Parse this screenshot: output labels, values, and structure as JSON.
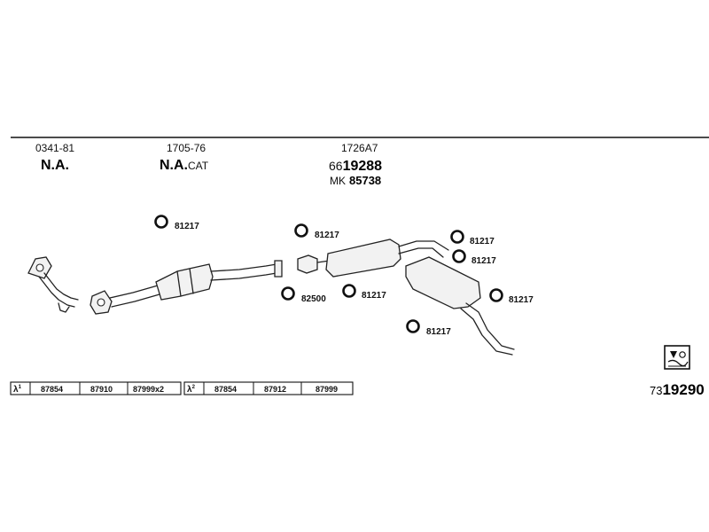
{
  "headers": [
    {
      "code": "0341-81",
      "name": "N.A.",
      "suffix": ""
    },
    {
      "code": "1705-76",
      "name": "N.A.",
      "suffix": "CAT"
    },
    {
      "code": "1726A7",
      "prefix": "66",
      "number": "19288",
      "mk_label": "MK",
      "mk_number": "85738"
    }
  ],
  "part_labels": [
    {
      "id": "ring-1",
      "text": "81217"
    },
    {
      "id": "ring-2",
      "text": "81217"
    },
    {
      "id": "ring-3",
      "text": "81217"
    },
    {
      "id": "ring-4",
      "text": "81217"
    },
    {
      "id": "ring-5",
      "text": "82500"
    },
    {
      "id": "ring-6",
      "text": "81217"
    },
    {
      "id": "ring-7",
      "text": "81217"
    },
    {
      "id": "ring-8",
      "text": "81217"
    }
  ],
  "lambda_groups": [
    {
      "symbol": "λ",
      "index": "1",
      "cells": [
        "87854",
        "87910",
        "87999x2"
      ]
    },
    {
      "symbol": "λ",
      "index": "2",
      "cells": [
        "87854",
        "87912",
        "87999"
      ]
    }
  ],
  "system_number": {
    "prefix": "73",
    "number": "19290"
  },
  "icon": "instruction-sheet-icon"
}
